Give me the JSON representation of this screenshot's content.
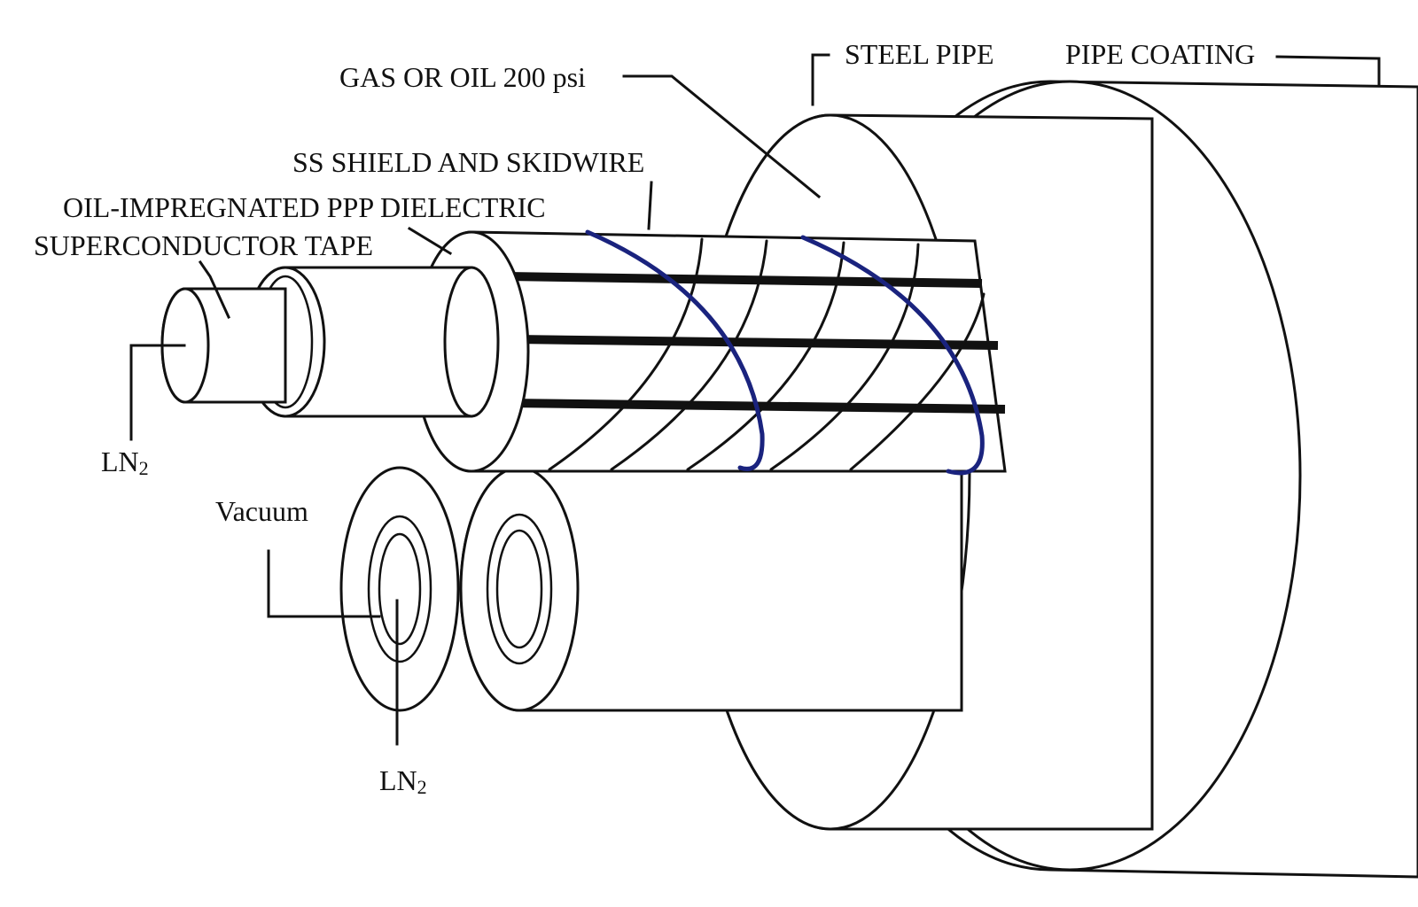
{
  "labels": {
    "steel_pipe": "STEEL PIPE",
    "pipe_coating": "PIPE COATING",
    "gas_or_oil": "GAS OR OIL 200 psi",
    "ss_shield": "SS SHIELD AND SKIDWIRE",
    "dielectric": "OIL-IMPREGNATED PPP DIELECTRIC",
    "superconductor": "SUPERCONDUCTOR TAPE",
    "ln2_main": {
      "main": "LN",
      "sub": "2"
    },
    "vacuum": "Vacuum",
    "ln2_lower": {
      "main": "LN",
      "sub": "2"
    }
  },
  "colors": {
    "line": "#111111",
    "skidwire": "#1a237e",
    "background": "#ffffff"
  }
}
